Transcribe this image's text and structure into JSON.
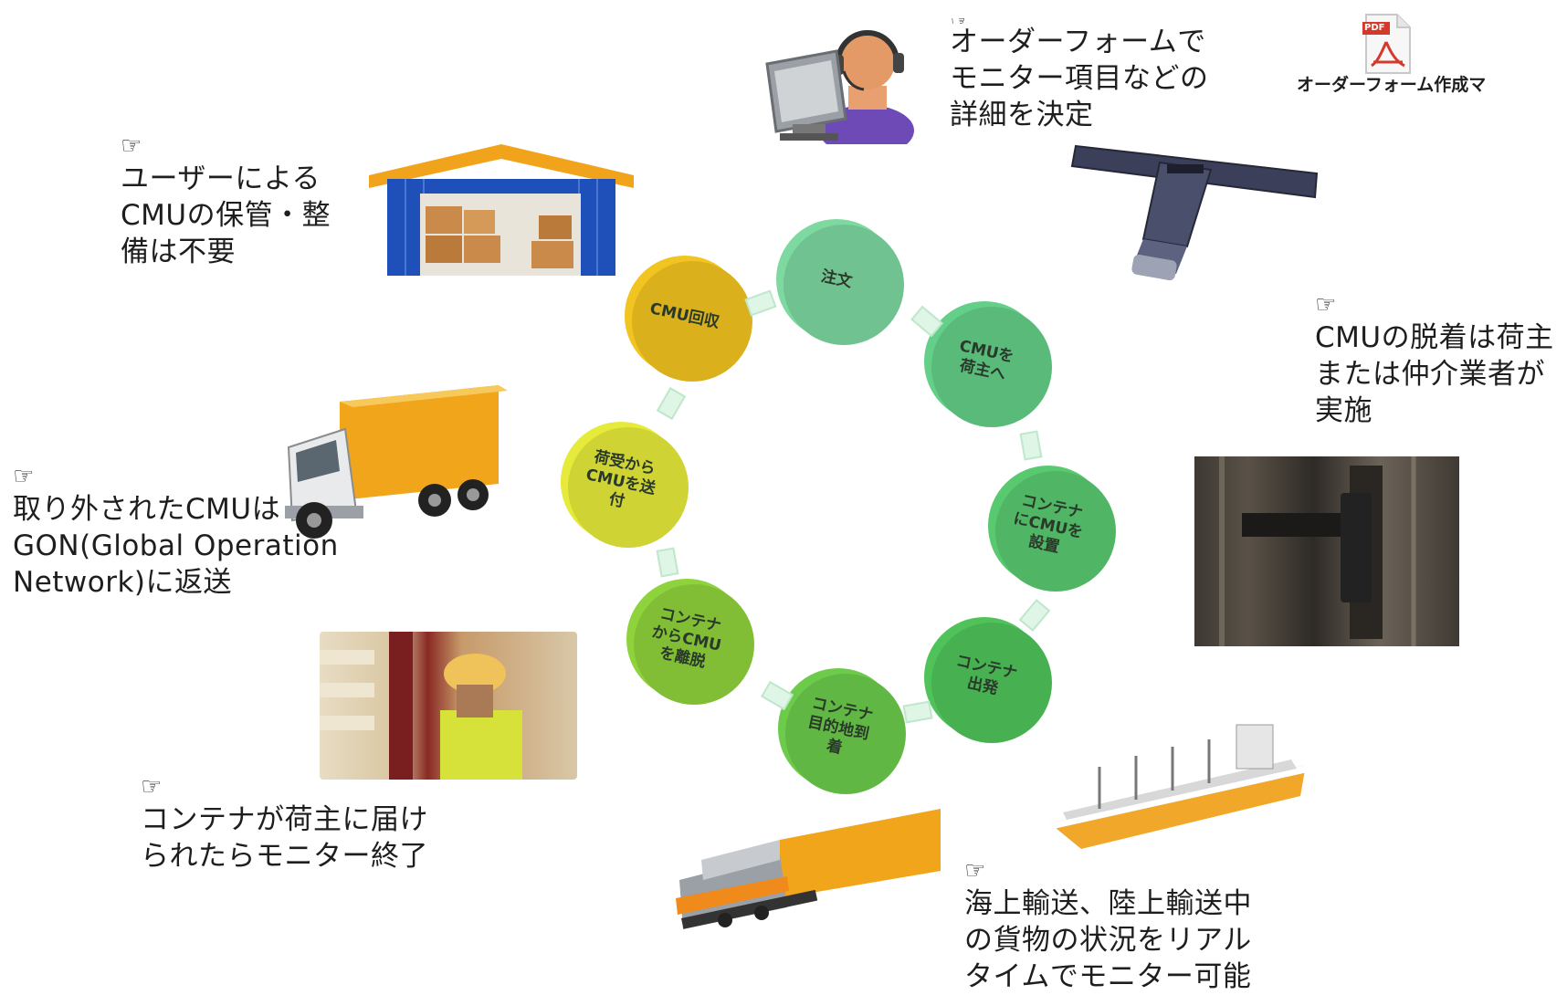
{
  "notes": {
    "order": "オーダーフォームで\nモニター項目などの\n詳細を決定",
    "storage": "ユーザーによる\nCMUの保管・整\n備は不要",
    "attach": "CMUの脱着は荷主\nまたは仲介業者が\n実施",
    "return": "取り外されたCMUは\nGON(Global Operation\nNetwork)に返送",
    "delivered": "コンテナが荷主に届け\nられたらモニター終了",
    "transport": "海上輸送、陸上輸送中\nの貨物の状況をリアル\nタイムでモニター可能"
  },
  "pdf": {
    "badge": "PDF",
    "label": "オーダーフォーム作成マ"
  },
  "cycle": {
    "steps": [
      {
        "label": "注文",
        "color": "#7dd9a0"
      },
      {
        "label": "CMUを\n荷主へ",
        "color": "#63cf88"
      },
      {
        "label": "コンテナ\nにCMUを\n設置",
        "color": "#59c96f"
      },
      {
        "label": "コンテナ\n出発",
        "color": "#4fc35a"
      },
      {
        "label": "コンテナ\n目的地到\n着",
        "color": "#6ccb4a"
      },
      {
        "label": "コンテナ\nからCMU\nを離脱",
        "color": "#8fd33c"
      },
      {
        "label": "荷受から\nCMUを送\n付",
        "color": "#e6ea3a"
      },
      {
        "label": "CMU回収",
        "color": "#f2c41f"
      }
    ]
  },
  "icons": {
    "operator": "headset-operator-icon",
    "warehouse": "warehouse-icon",
    "device": "cmu-device-icon",
    "truck": "truck-icon",
    "worker": "worker-photo",
    "container_photo": "container-door-photo",
    "train": "train-icon",
    "ship": "ship-icon",
    "hand": "pointing-hand-icon",
    "pdf": "pdf-file-icon"
  }
}
